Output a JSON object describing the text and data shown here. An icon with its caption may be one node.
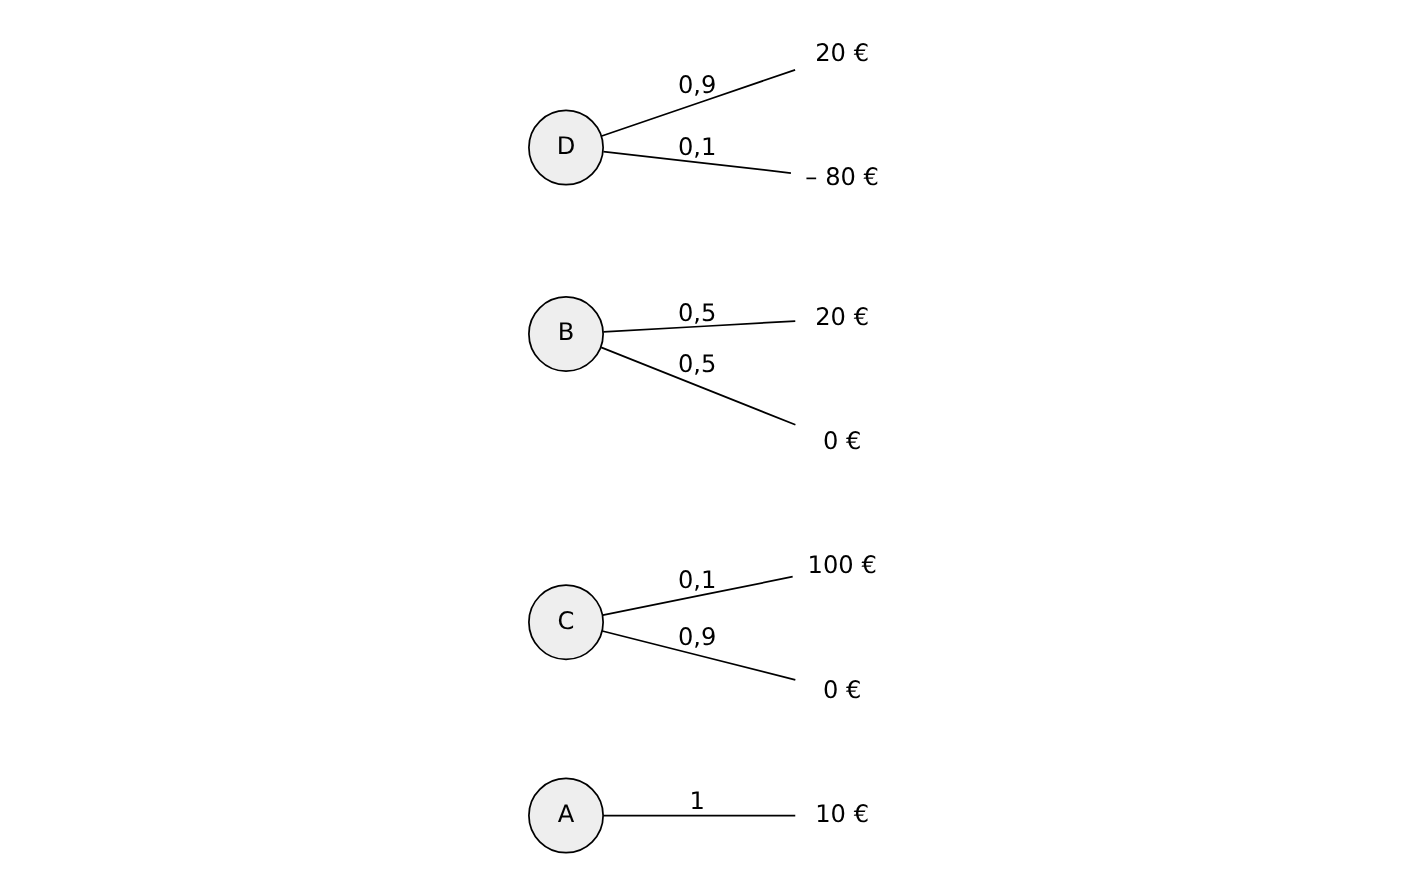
{
  "diagram": {
    "nodes": [
      {
        "text": [
          "A"
        ]
      },
      {
        "text": [
          "10 €"
        ]
      },
      {
        "text": [
          "C"
        ]
      },
      {
        "text": [
          "100 €"
        ]
      },
      {
        "text": [
          "0 €"
        ]
      },
      {
        "text": [
          "B"
        ]
      },
      {
        "text": [
          "20 €"
        ]
      },
      {
        "text": [
          "0 €"
        ]
      },
      {
        "text": [
          "D"
        ]
      },
      {
        "text": [
          "20 €"
        ]
      },
      {
        "text": [
          "– 80 €"
        ]
      }
    ],
    "edges": [
      {
        "from": 0,
        "to": 1,
        "arrow": "none",
        "label": "1"
      },
      {
        "from": 2,
        "to": 3,
        "arrow": "none",
        "label": "0,1"
      },
      {
        "from": 2,
        "to": 4,
        "arrow": "none",
        "label": "0,9"
      },
      {
        "from": 5,
        "to": 6,
        "arrow": "none",
        "label": "0,5"
      },
      {
        "from": 5,
        "to": 7,
        "arrow": "none",
        "label": "0,5"
      },
      {
        "from": 8,
        "to": 9,
        "arrow": "none",
        "label": "0,9"
      },
      {
        "from": 8,
        "to": 10,
        "arrow": "none",
        "label": "0,1"
      }
    ]
  }
}
